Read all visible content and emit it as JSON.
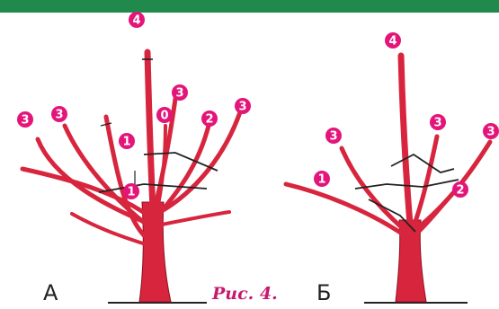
{
  "caption": "Рис. 4.",
  "tree_a": {
    "letter": "А",
    "markers": [
      {
        "id": "a-top",
        "label": "4"
      },
      {
        "id": "a-far-left-1",
        "label": "3"
      },
      {
        "id": "a-far-left-2",
        "label": "3"
      },
      {
        "id": "a-center-right",
        "label": "3"
      },
      {
        "id": "a-right",
        "label": "3"
      },
      {
        "id": "a-zero",
        "label": "0"
      },
      {
        "id": "a-two",
        "label": "2"
      },
      {
        "id": "a-one-upper",
        "label": "1"
      },
      {
        "id": "a-one-lower",
        "label": "1"
      }
    ]
  },
  "tree_b": {
    "letter": "Б",
    "markers": [
      {
        "id": "b-top",
        "label": "4"
      },
      {
        "id": "b-left",
        "label": "3"
      },
      {
        "id": "b-center",
        "label": "3"
      },
      {
        "id": "b-right",
        "label": "3"
      },
      {
        "id": "b-one",
        "label": "1"
      },
      {
        "id": "b-two",
        "label": "2"
      }
    ]
  },
  "colors": {
    "top_bar": "#1f8a4c",
    "trunk": "#d8253e",
    "trunk_dark": "#8e1023",
    "marker": "#e4157a",
    "caption": "#c8186e",
    "line": "#222222"
  }
}
